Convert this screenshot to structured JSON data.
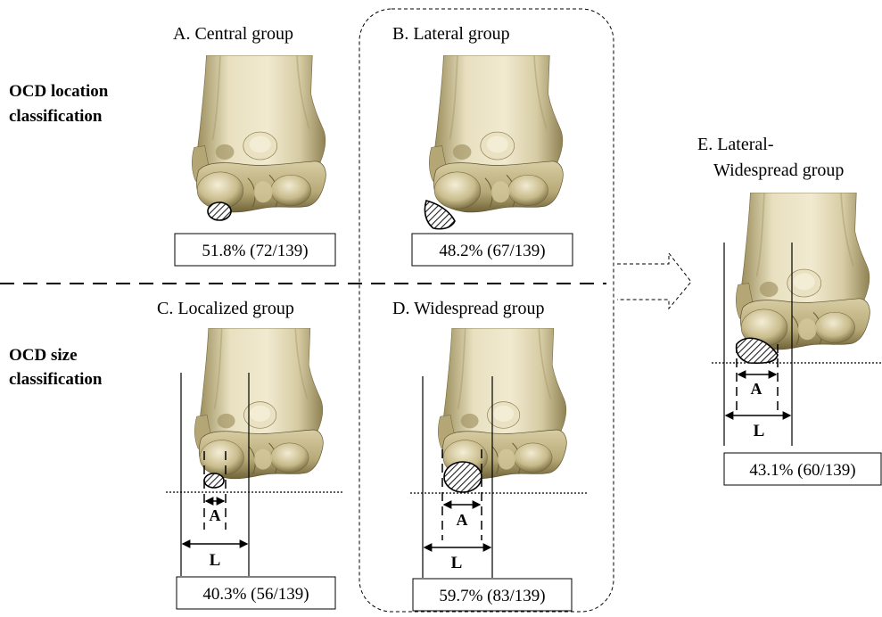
{
  "row_labels": {
    "location": [
      "OCD location",
      "classification"
    ],
    "size": [
      "OCD size",
      "classification"
    ]
  },
  "panels": {
    "A": {
      "title": "A. Central group",
      "stat": "51.8% (72/139)"
    },
    "B": {
      "title": "B. Lateral group",
      "stat": "48.2% (67/139)"
    },
    "C": {
      "title": "C. Localized group",
      "stat": "40.3% (56/139)",
      "measure_a": "A",
      "measure_l": "L"
    },
    "D": {
      "title": "D. Widespread group",
      "stat": "59.7% (83/139)",
      "measure_a": "A",
      "measure_l": "L"
    },
    "E": {
      "title": [
        "E. Lateral-",
        "Widespread group"
      ],
      "stat": "43.1% (60/139)",
      "measure_a": "A",
      "measure_l": "L"
    }
  },
  "colors": {
    "bone_light": "#ece4c6",
    "bone_mid": "#cfc39a",
    "bone_dark": "#8a7c4e",
    "bone_shadow": "#5e5230",
    "lesion_hatch": "#222222",
    "line": "#000000"
  }
}
